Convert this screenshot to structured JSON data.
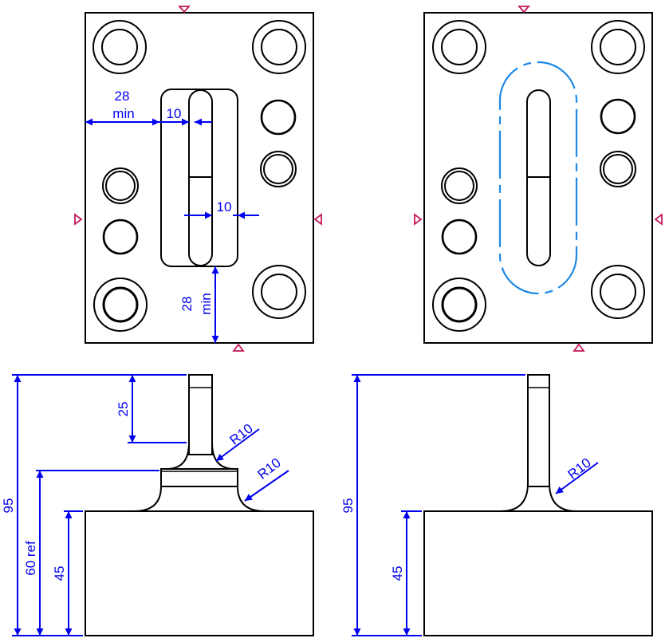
{
  "colors": {
    "outline": "#000000",
    "dimension": "#0000ee",
    "centerline": "#1e88e5",
    "marker": "#c2185b"
  },
  "left_top_view": {
    "dim_side_clearance_value": "28",
    "dim_side_clearance_note": "min",
    "dim_slot_width_top": "10",
    "dim_slot_width_mid": "10",
    "dim_bottom_clearance_value": "28",
    "dim_bottom_clearance_note": "min"
  },
  "left_front_view": {
    "dim_stem_length": "25",
    "dim_upper_radius": "R10",
    "dim_lower_radius": "R10",
    "dim_overall_height": "95",
    "dim_ref_height": "60 ref",
    "dim_base_height": "45"
  },
  "right_front_view": {
    "dim_radius": "R10",
    "dim_overall_height": "95",
    "dim_base_height": "45"
  }
}
